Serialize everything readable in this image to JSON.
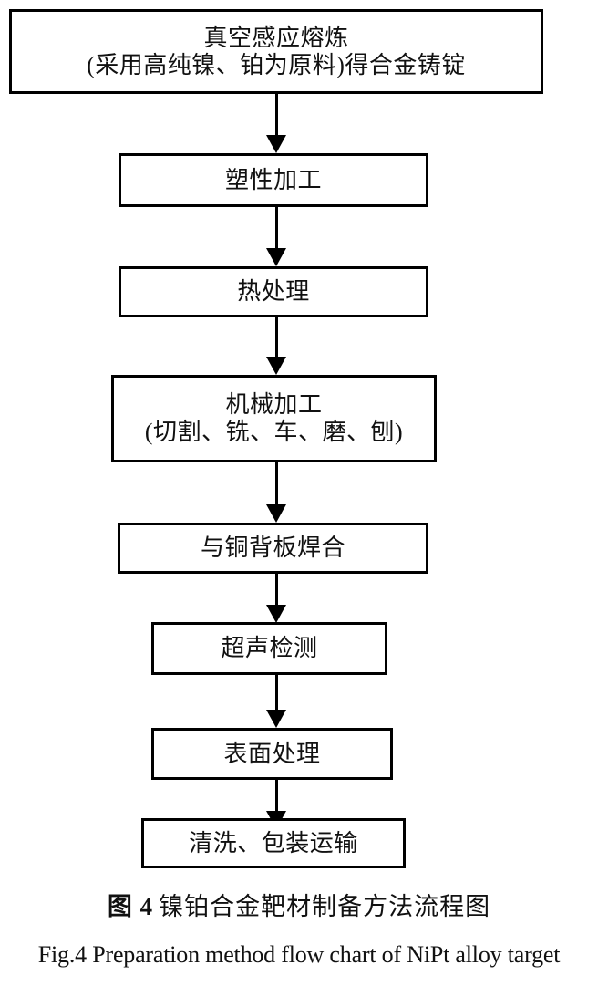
{
  "figure": {
    "type": "flowchart",
    "orientation": "top-to-bottom",
    "caption_cn_number": "图 4",
    "caption_cn_text": "镍铂合金靶材制备方法流程图",
    "caption_en": "Fig.4 Preparation method flow chart of NiPt alloy target",
    "colors": {
      "box_border": "#000000",
      "box_fill": "#ffffff",
      "text": "#111111",
      "arrow": "#000000",
      "background": "#ffffff"
    }
  },
  "nodes": [
    {
      "id": "vacuum-induction-melting",
      "line1": "真空感应熔炼",
      "line2": "(采用高纯镍、铂为原料)得合金铸锭"
    },
    {
      "id": "plastic-working",
      "line1": "塑性加工",
      "line2": ""
    },
    {
      "id": "heat-treatment",
      "line1": "热处理",
      "line2": ""
    },
    {
      "id": "machining",
      "line1": "机械加工",
      "line2": "(切割、铣、车、磨、刨)"
    },
    {
      "id": "weld-to-copper-backing-plate",
      "line1": "与铜背板焊合",
      "line2": ""
    },
    {
      "id": "ultrasonic-inspection",
      "line1": "超声检测",
      "line2": ""
    },
    {
      "id": "surface-treatment",
      "line1": "表面处理",
      "line2": ""
    },
    {
      "id": "cleaning-packaging-transport",
      "line1": "清洗、包装运输",
      "line2": ""
    }
  ],
  "edges": [
    {
      "from": "vacuum-induction-melting",
      "to": "plastic-working"
    },
    {
      "from": "plastic-working",
      "to": "heat-treatment"
    },
    {
      "from": "heat-treatment",
      "to": "machining"
    },
    {
      "from": "machining",
      "to": "weld-to-copper-backing-plate"
    },
    {
      "from": "weld-to-copper-backing-plate",
      "to": "ultrasonic-inspection"
    },
    {
      "from": "ultrasonic-inspection",
      "to": "surface-treatment"
    },
    {
      "from": "surface-treatment",
      "to": "cleaning-packaging-transport"
    }
  ]
}
